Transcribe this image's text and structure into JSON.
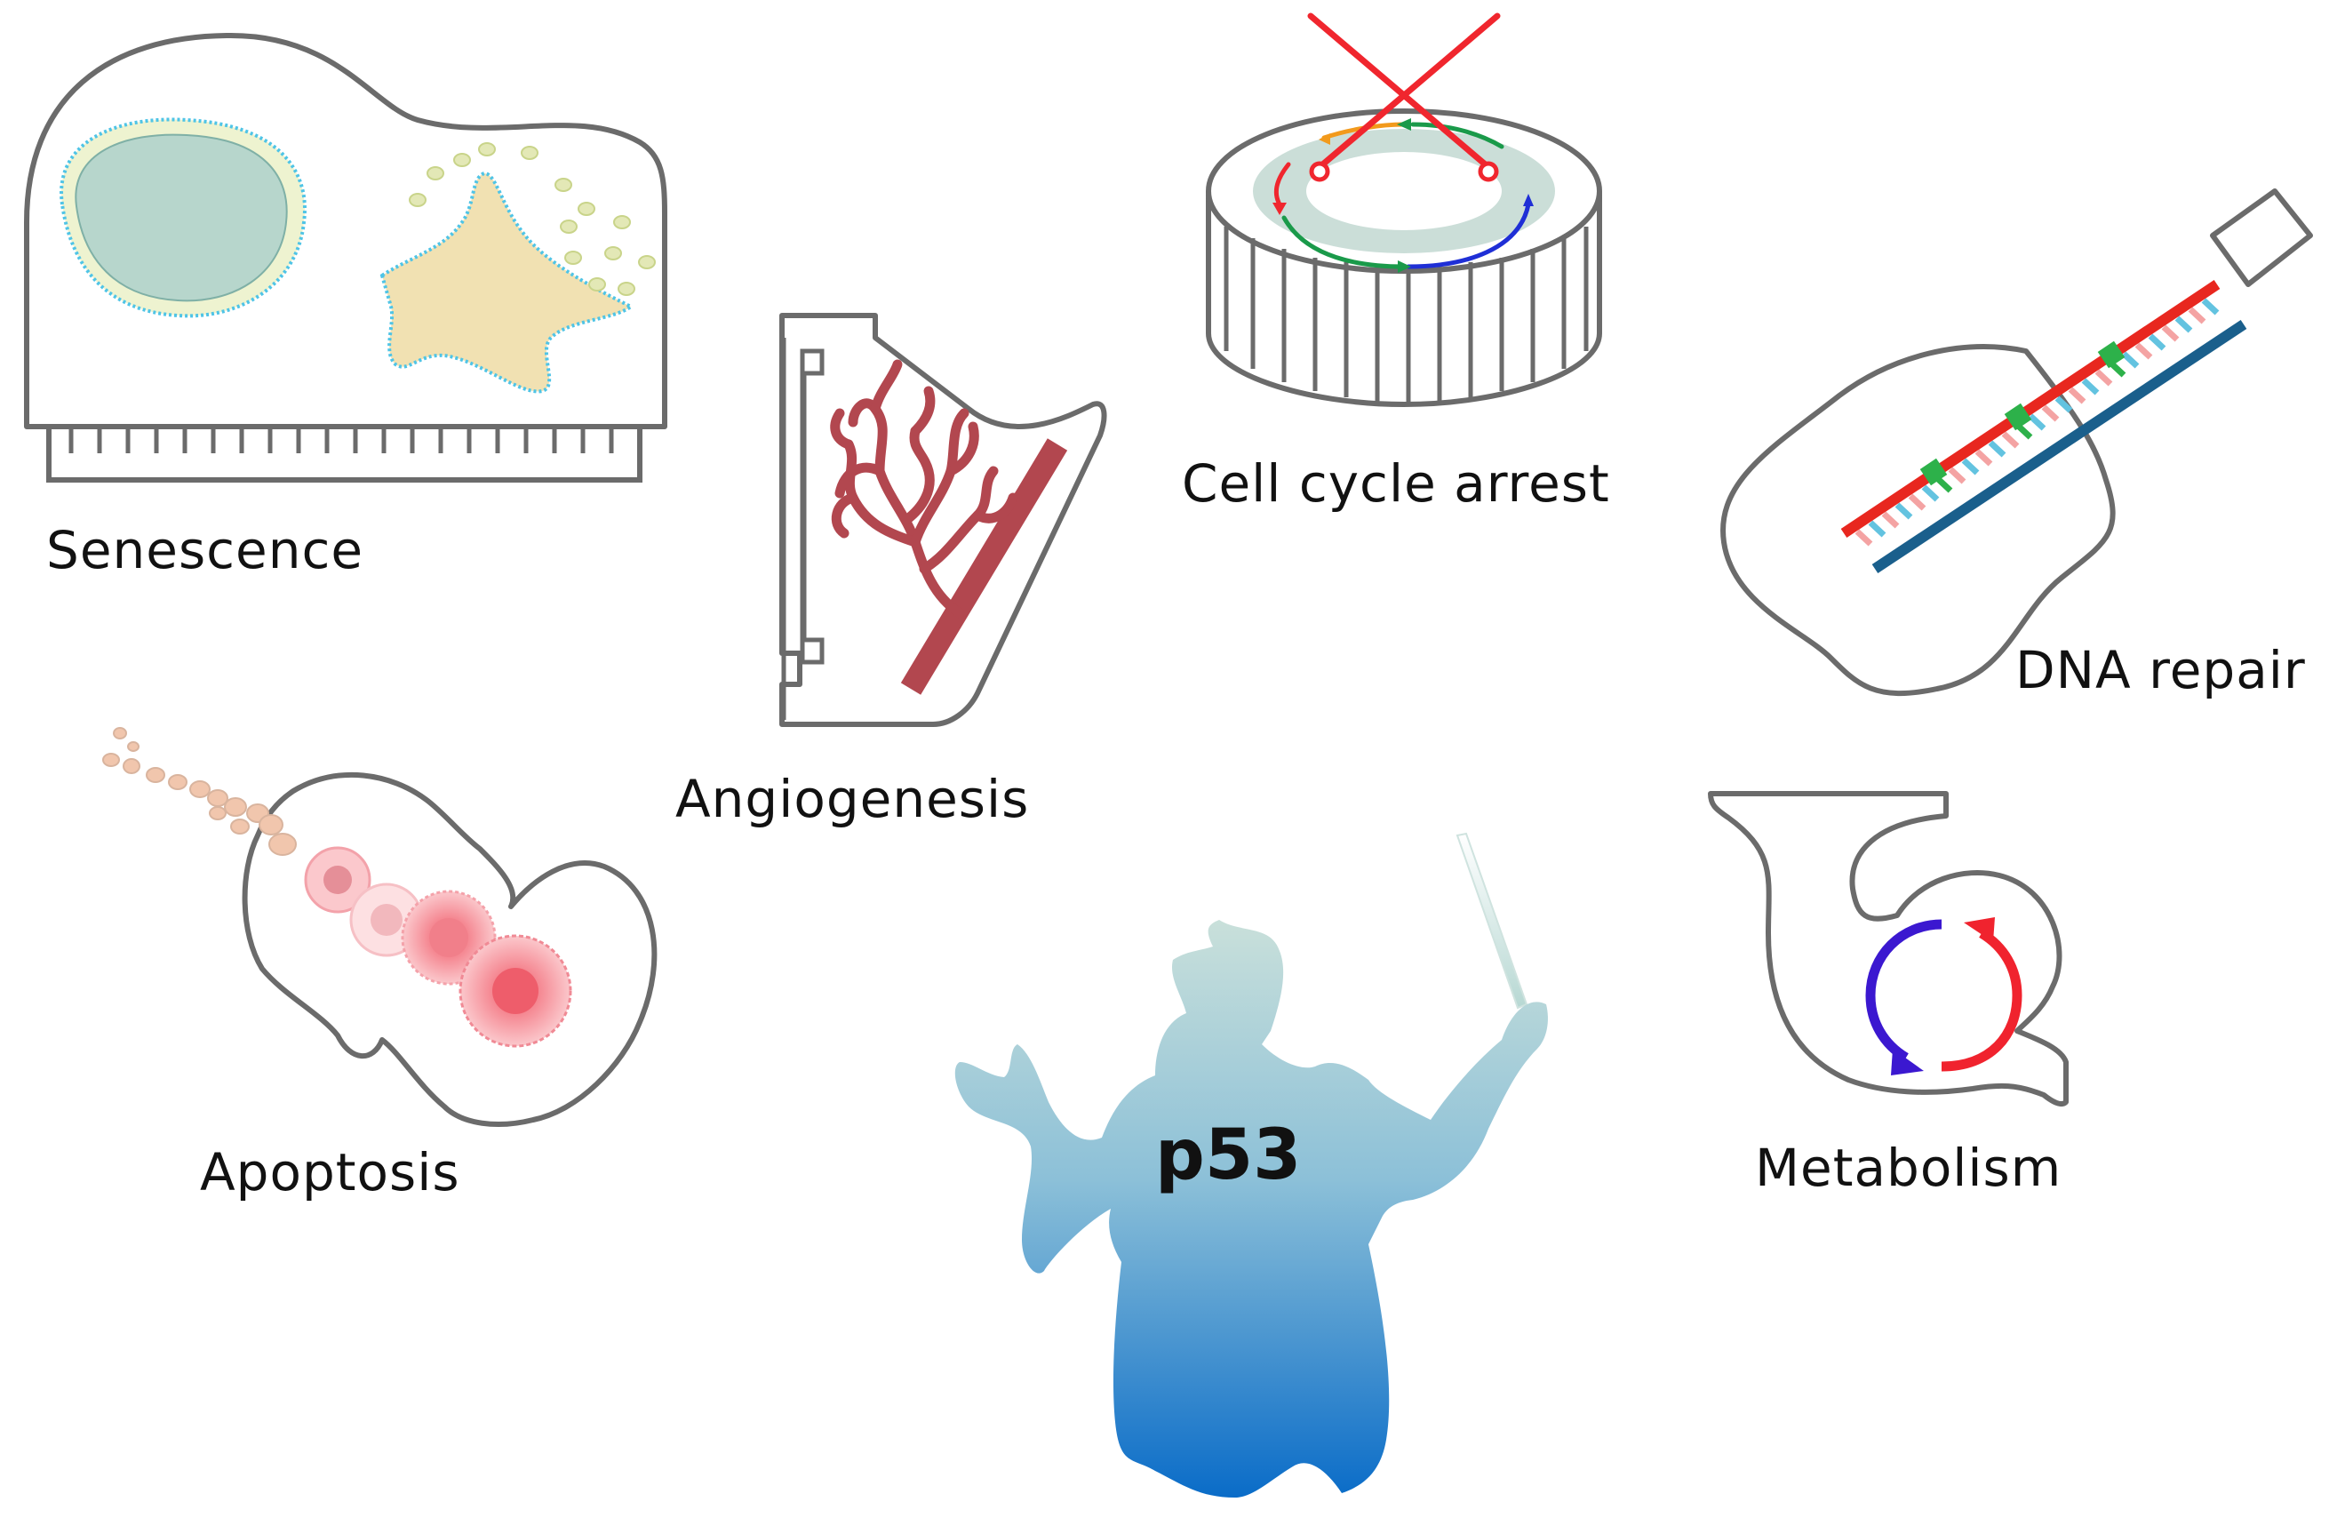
{
  "diagram": {
    "center": {
      "label": "p53"
    },
    "functions": {
      "senescence": "Senescence",
      "angiogenesis": "Angiogenesis",
      "cell_cycle_arrest": "Cell cycle arrest",
      "dna_repair": "DNA repair",
      "apoptosis": "Apoptosis",
      "metabolism": "Metabolism"
    },
    "instruments": {
      "senescence": "piano-icon",
      "angiogenesis": "harp-icon",
      "cell_cycle_arrest": "drum-icon",
      "dna_repair": "guitar-icon",
      "apoptosis": "violin-icon",
      "metabolism": "french-horn-icon",
      "center": "conductor-silhouette-icon"
    },
    "colors": {
      "outline": "#6b6b6b",
      "vessel": "#b2474f",
      "dna_strand_red": "#e8271f",
      "dna_strand_blue": "#1a5f8c",
      "repair_green": "#2db14a",
      "cycle_green": "#1a9a4a",
      "cycle_blue": "#1f2fd6",
      "cycle_orange": "#f29a1c",
      "arrest_cross": "#f0262e",
      "metabolism_blue": "#3b18d0",
      "metabolism_red": "#f0232e",
      "conductor_top": "#c9e0da",
      "conductor_bottom": "#0a6cc8"
    }
  }
}
